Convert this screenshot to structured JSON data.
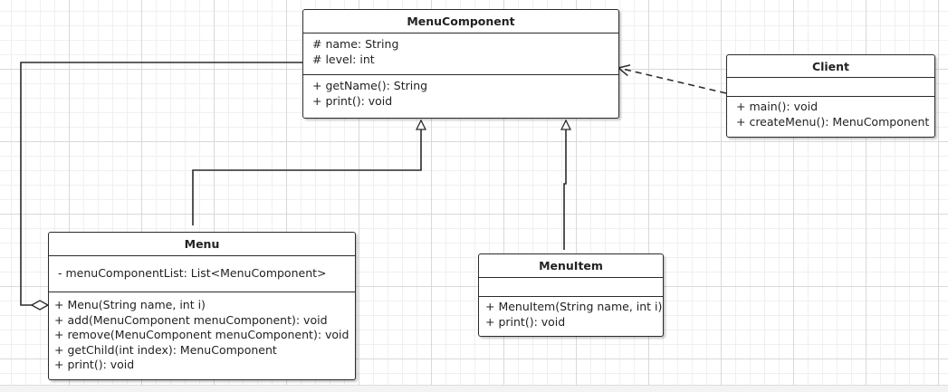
{
  "diagram": {
    "classes": [
      {
        "id": "menucomponent",
        "name": "MenuComponent",
        "attributes": [
          "# name: String",
          "# level: int"
        ],
        "methods": [
          "+ getName(): String",
          "+ print(): void"
        ]
      },
      {
        "id": "client",
        "name": "Client",
        "attributes": [],
        "methods": [
          "+ main(): void",
          "+ createMenu(): MenuComponent"
        ]
      },
      {
        "id": "menu",
        "name": "Menu",
        "attributes": [
          "- menuComponentList: List<MenuComponent>"
        ],
        "methods": [
          "+ Menu(String name, int i)",
          "+ add(MenuComponent menuComponent): void",
          "+ remove(MenuComponent menuComponent): void",
          "+ getChild(int index): MenuComponent",
          "+ print(): void"
        ]
      },
      {
        "id": "menuitem",
        "name": "MenuItem",
        "attributes": [],
        "methods": [
          "+ MenuItem(String name, int i)",
          "+ print(): void"
        ]
      }
    ],
    "relationships": [
      {
        "id": "menu-inherits",
        "type": "generalization",
        "from": "menu",
        "to": "menucomponent"
      },
      {
        "id": "menuitem-inherits",
        "type": "generalization",
        "from": "menuitem",
        "to": "menucomponent"
      },
      {
        "id": "client-uses",
        "type": "dependency",
        "from": "client",
        "to": "menucomponent"
      },
      {
        "id": "menu-aggregates",
        "type": "aggregation",
        "from": "menu",
        "to": "menucomponent"
      }
    ],
    "colors": {
      "line": "#2b2b2b",
      "box_fill": "#ffffff",
      "grid_major": "#d9d9d9",
      "grid_minor": "#f0f0f0"
    }
  }
}
